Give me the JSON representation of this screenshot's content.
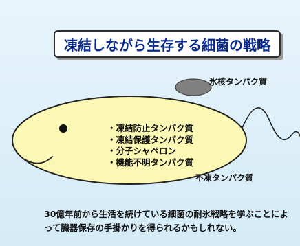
{
  "title": "凍結しながら生存する細菌の戦略",
  "labels": {
    "ice_nucleus_protein": "氷核タンパク質",
    "antifreeze_protein": "不凍タンパク質"
  },
  "cell_proteins": [
    "・凍結防止タンパク質",
    "・凍結保護タンパク質",
    "・分子シャペロン",
    "・機能不明タンパク質"
  ],
  "caption": "30億年前から生活を続けている細菌の耐氷戦略を学ぶことによって臓器保存の手掛かりを得られるかもしれない。",
  "colors": {
    "title_text": "#0a2b8e",
    "cell_fill": "#fbf7b4",
    "cell_outline": "#222222",
    "nucleus_fill": "#808080"
  }
}
